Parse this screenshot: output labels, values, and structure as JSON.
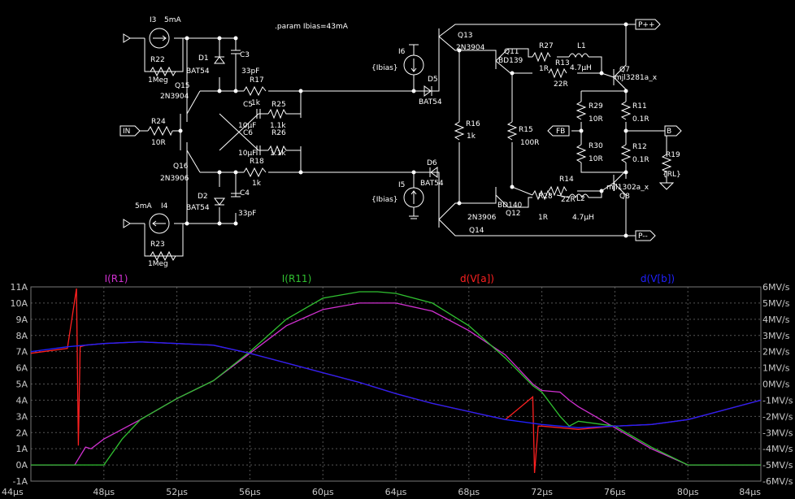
{
  "schematic": {
    "directive": ".param Ibias=43mA",
    "labels": [
      {
        "id": "I3",
        "text": "I3"
      },
      {
        "id": "I3v",
        "text": "5mA"
      },
      {
        "id": "R22",
        "text": "R22"
      },
      {
        "id": "R22v",
        "text": "1Meg"
      },
      {
        "id": "D1",
        "text": "D1"
      },
      {
        "id": "D1v",
        "text": "BAT54"
      },
      {
        "id": "C3",
        "text": "C3"
      },
      {
        "id": "C3v",
        "text": "33pF"
      },
      {
        "id": "Q15",
        "text": "Q15"
      },
      {
        "id": "Q15v",
        "text": "2N3904"
      },
      {
        "id": "R17",
        "text": "R17"
      },
      {
        "id": "R17v",
        "text": "1k"
      },
      {
        "id": "C5",
        "text": "C5"
      },
      {
        "id": "C5v",
        "text": "10µF"
      },
      {
        "id": "R25",
        "text": "R25"
      },
      {
        "id": "R25v",
        "text": "1.1k"
      },
      {
        "id": "C6",
        "text": "C6"
      },
      {
        "id": "C6v",
        "text": "10µF"
      },
      {
        "id": "R26",
        "text": "R26"
      },
      {
        "id": "R26v",
        "text": "1.1k"
      },
      {
        "id": "R24",
        "text": "R24"
      },
      {
        "id": "R24v",
        "text": "10R"
      },
      {
        "id": "Q16",
        "text": "Q16"
      },
      {
        "id": "Q16v",
        "text": "2N3906"
      },
      {
        "id": "R18",
        "text": "R18"
      },
      {
        "id": "R18v",
        "text": "1k"
      },
      {
        "id": "D2",
        "text": "D2"
      },
      {
        "id": "D2v",
        "text": "BAT54"
      },
      {
        "id": "C4",
        "text": "C4"
      },
      {
        "id": "C4v",
        "text": "33pF"
      },
      {
        "id": "I4",
        "text": "I4"
      },
      {
        "id": "I4v",
        "text": "5mA"
      },
      {
        "id": "R23",
        "text": "R23"
      },
      {
        "id": "R23v",
        "text": "1Meg"
      },
      {
        "id": "I6",
        "text": "I6"
      },
      {
        "id": "I6v",
        "text": "{Ibias}"
      },
      {
        "id": "D5",
        "text": "D5"
      },
      {
        "id": "D5v",
        "text": "BAT54"
      },
      {
        "id": "R16",
        "text": "R16"
      },
      {
        "id": "R16v",
        "text": "1k"
      },
      {
        "id": "D6",
        "text": "D6"
      },
      {
        "id": "D6v",
        "text": "BAT54"
      },
      {
        "id": "I5",
        "text": "I5"
      },
      {
        "id": "I5v",
        "text": "{Ibias}"
      },
      {
        "id": "Q13",
        "text": "Q13"
      },
      {
        "id": "Q13v",
        "text": "2N3904"
      },
      {
        "id": "Q14",
        "text": "Q14"
      },
      {
        "id": "Q14v",
        "text": "2N3906"
      },
      {
        "id": "Q11",
        "text": "Q11"
      },
      {
        "id": "Q11v",
        "text": "BD139"
      },
      {
        "id": "Q12",
        "text": "Q12"
      },
      {
        "id": "Q12v",
        "text": "BD140"
      },
      {
        "id": "R15",
        "text": "R15"
      },
      {
        "id": "R15v",
        "text": "100R"
      },
      {
        "id": "R27",
        "text": "R27"
      },
      {
        "id": "R27v",
        "text": "1R"
      },
      {
        "id": "L1",
        "text": "L1"
      },
      {
        "id": "R13",
        "text": "R13"
      },
      {
        "id": "L1v",
        "text": "4.7µH"
      },
      {
        "id": "R13v",
        "text": "22R"
      },
      {
        "id": "R14",
        "text": "R14"
      },
      {
        "id": "R28",
        "text": "R28"
      },
      {
        "id": "R14v",
        "text": "22R"
      },
      {
        "id": "L2",
        "text": "L2"
      },
      {
        "id": "R28v",
        "text": "1R"
      },
      {
        "id": "L2v",
        "text": "4.7µH"
      },
      {
        "id": "R29",
        "text": "R29"
      },
      {
        "id": "R29v",
        "text": "10R"
      },
      {
        "id": "R30",
        "text": "R30"
      },
      {
        "id": "R30v",
        "text": "10R"
      },
      {
        "id": "Q7",
        "text": "Q7"
      },
      {
        "id": "Q7v",
        "text": "mjl3281a_x"
      },
      {
        "id": "Q8",
        "text": "Q8"
      },
      {
        "id": "Q8v",
        "text": "mjl1302a_x"
      },
      {
        "id": "R11",
        "text": "R11"
      },
      {
        "id": "R11v",
        "text": "0.1R"
      },
      {
        "id": "R12",
        "text": "R12"
      },
      {
        "id": "R12v",
        "text": "0.1R"
      },
      {
        "id": "R19",
        "text": "R19"
      },
      {
        "id": "R19v",
        "text": "{RL}"
      }
    ],
    "ports": {
      "in": "IN",
      "fb": "FB",
      "b": "B",
      "pplus": "P++",
      "pminus": "P--"
    }
  },
  "plot": {
    "traces": [
      {
        "name": "I(R1)",
        "color": "#d030d0"
      },
      {
        "name": "I(R11)",
        "color": "#30c030"
      },
      {
        "name": "d(V[a])",
        "color": "#ff2020"
      },
      {
        "name": "d(V[b])",
        "color": "#2020ff"
      }
    ],
    "left_ticks": [
      "11A",
      "10A",
      "9A",
      "8A",
      "7A",
      "6A",
      "5A",
      "4A",
      "3A",
      "2A",
      "1A",
      "0A",
      "-1A"
    ],
    "right_ticks": [
      "6MV/s",
      "5MV/s",
      "4MV/s",
      "3MV/s",
      "2MV/s",
      "1MV/s",
      "0MV/s",
      "-1MV/s",
      "-2MV/s",
      "-3MV/s",
      "-4MV/s",
      "-5MV/s",
      "-6MV/s"
    ],
    "x_ticks": [
      "44µs",
      "48µs",
      "52µs",
      "56µs",
      "60µs",
      "64µs",
      "68µs",
      "72µs",
      "76µs",
      "80µs",
      "84µs"
    ]
  },
  "chart_data": {
    "type": "line",
    "xlabel": "",
    "xlim": [
      44,
      84
    ],
    "ylim_left": [
      -1,
      11
    ],
    "ylim_right": [
      -6,
      6
    ],
    "series": [
      {
        "name": "I(R1)",
        "axis": "left",
        "x": [
          44,
          46.4,
          47,
          47.3,
          48,
          50,
          52,
          54,
          56,
          58,
          60,
          62,
          64,
          66,
          68,
          70,
          71.5,
          72,
          73,
          73.5,
          74,
          76,
          78,
          80,
          84
        ],
        "y": [
          0,
          0,
          1.1,
          1.0,
          1.6,
          2.8,
          4.1,
          5.2,
          6.9,
          8.6,
          9.6,
          10.0,
          10.0,
          9.5,
          8.3,
          6.8,
          5.0,
          4.6,
          4.5,
          4.0,
          3.6,
          2.3,
          1.0,
          0.0,
          0.0
        ]
      },
      {
        "name": "I(R11)",
        "axis": "left",
        "x": [
          44,
          48,
          49,
          50,
          52,
          54,
          56,
          58,
          60,
          62,
          63,
          64,
          66,
          68,
          70,
          71.5,
          72,
          73,
          73.5,
          74,
          76,
          78,
          80,
          84
        ],
        "y": [
          0,
          0,
          1.6,
          2.8,
          4.1,
          5.2,
          7.0,
          9.0,
          10.3,
          10.7,
          10.7,
          10.6,
          10.0,
          8.6,
          6.6,
          4.9,
          4.5,
          3.0,
          2.4,
          2.7,
          2.4,
          1.1,
          0.0,
          0.0
        ]
      },
      {
        "name": "d(V[a])",
        "axis": "right",
        "x": [
          44,
          46,
          46.5,
          46.6,
          46.7,
          47,
          48,
          50,
          52,
          54,
          56,
          58,
          60,
          62,
          64,
          66,
          68,
          70,
          71.5,
          71.6,
          71.8,
          72,
          74,
          76,
          78,
          80,
          82,
          84
        ],
        "y": [
          1.9,
          2.2,
          5.9,
          -3.8,
          2.3,
          2.4,
          2.5,
          2.6,
          2.5,
          2.4,
          1.9,
          1.3,
          0.7,
          0.1,
          -0.6,
          -1.2,
          -1.7,
          -2.2,
          -0.8,
          -5.5,
          -2.6,
          -2.6,
          -2.8,
          -2.6,
          -2.5,
          -2.2,
          -1.6,
          -1.0
        ]
      },
      {
        "name": "d(V[b])",
        "axis": "right",
        "x": [
          44,
          46,
          48,
          50,
          52,
          54,
          56,
          58,
          60,
          62,
          64,
          66,
          68,
          70,
          72,
          74,
          76,
          78,
          80,
          82,
          84
        ],
        "y": [
          2.0,
          2.3,
          2.5,
          2.6,
          2.5,
          2.4,
          1.9,
          1.3,
          0.7,
          0.1,
          -0.6,
          -1.2,
          -1.7,
          -2.2,
          -2.5,
          -2.7,
          -2.6,
          -2.5,
          -2.2,
          -1.6,
          -1.0
        ]
      }
    ]
  }
}
